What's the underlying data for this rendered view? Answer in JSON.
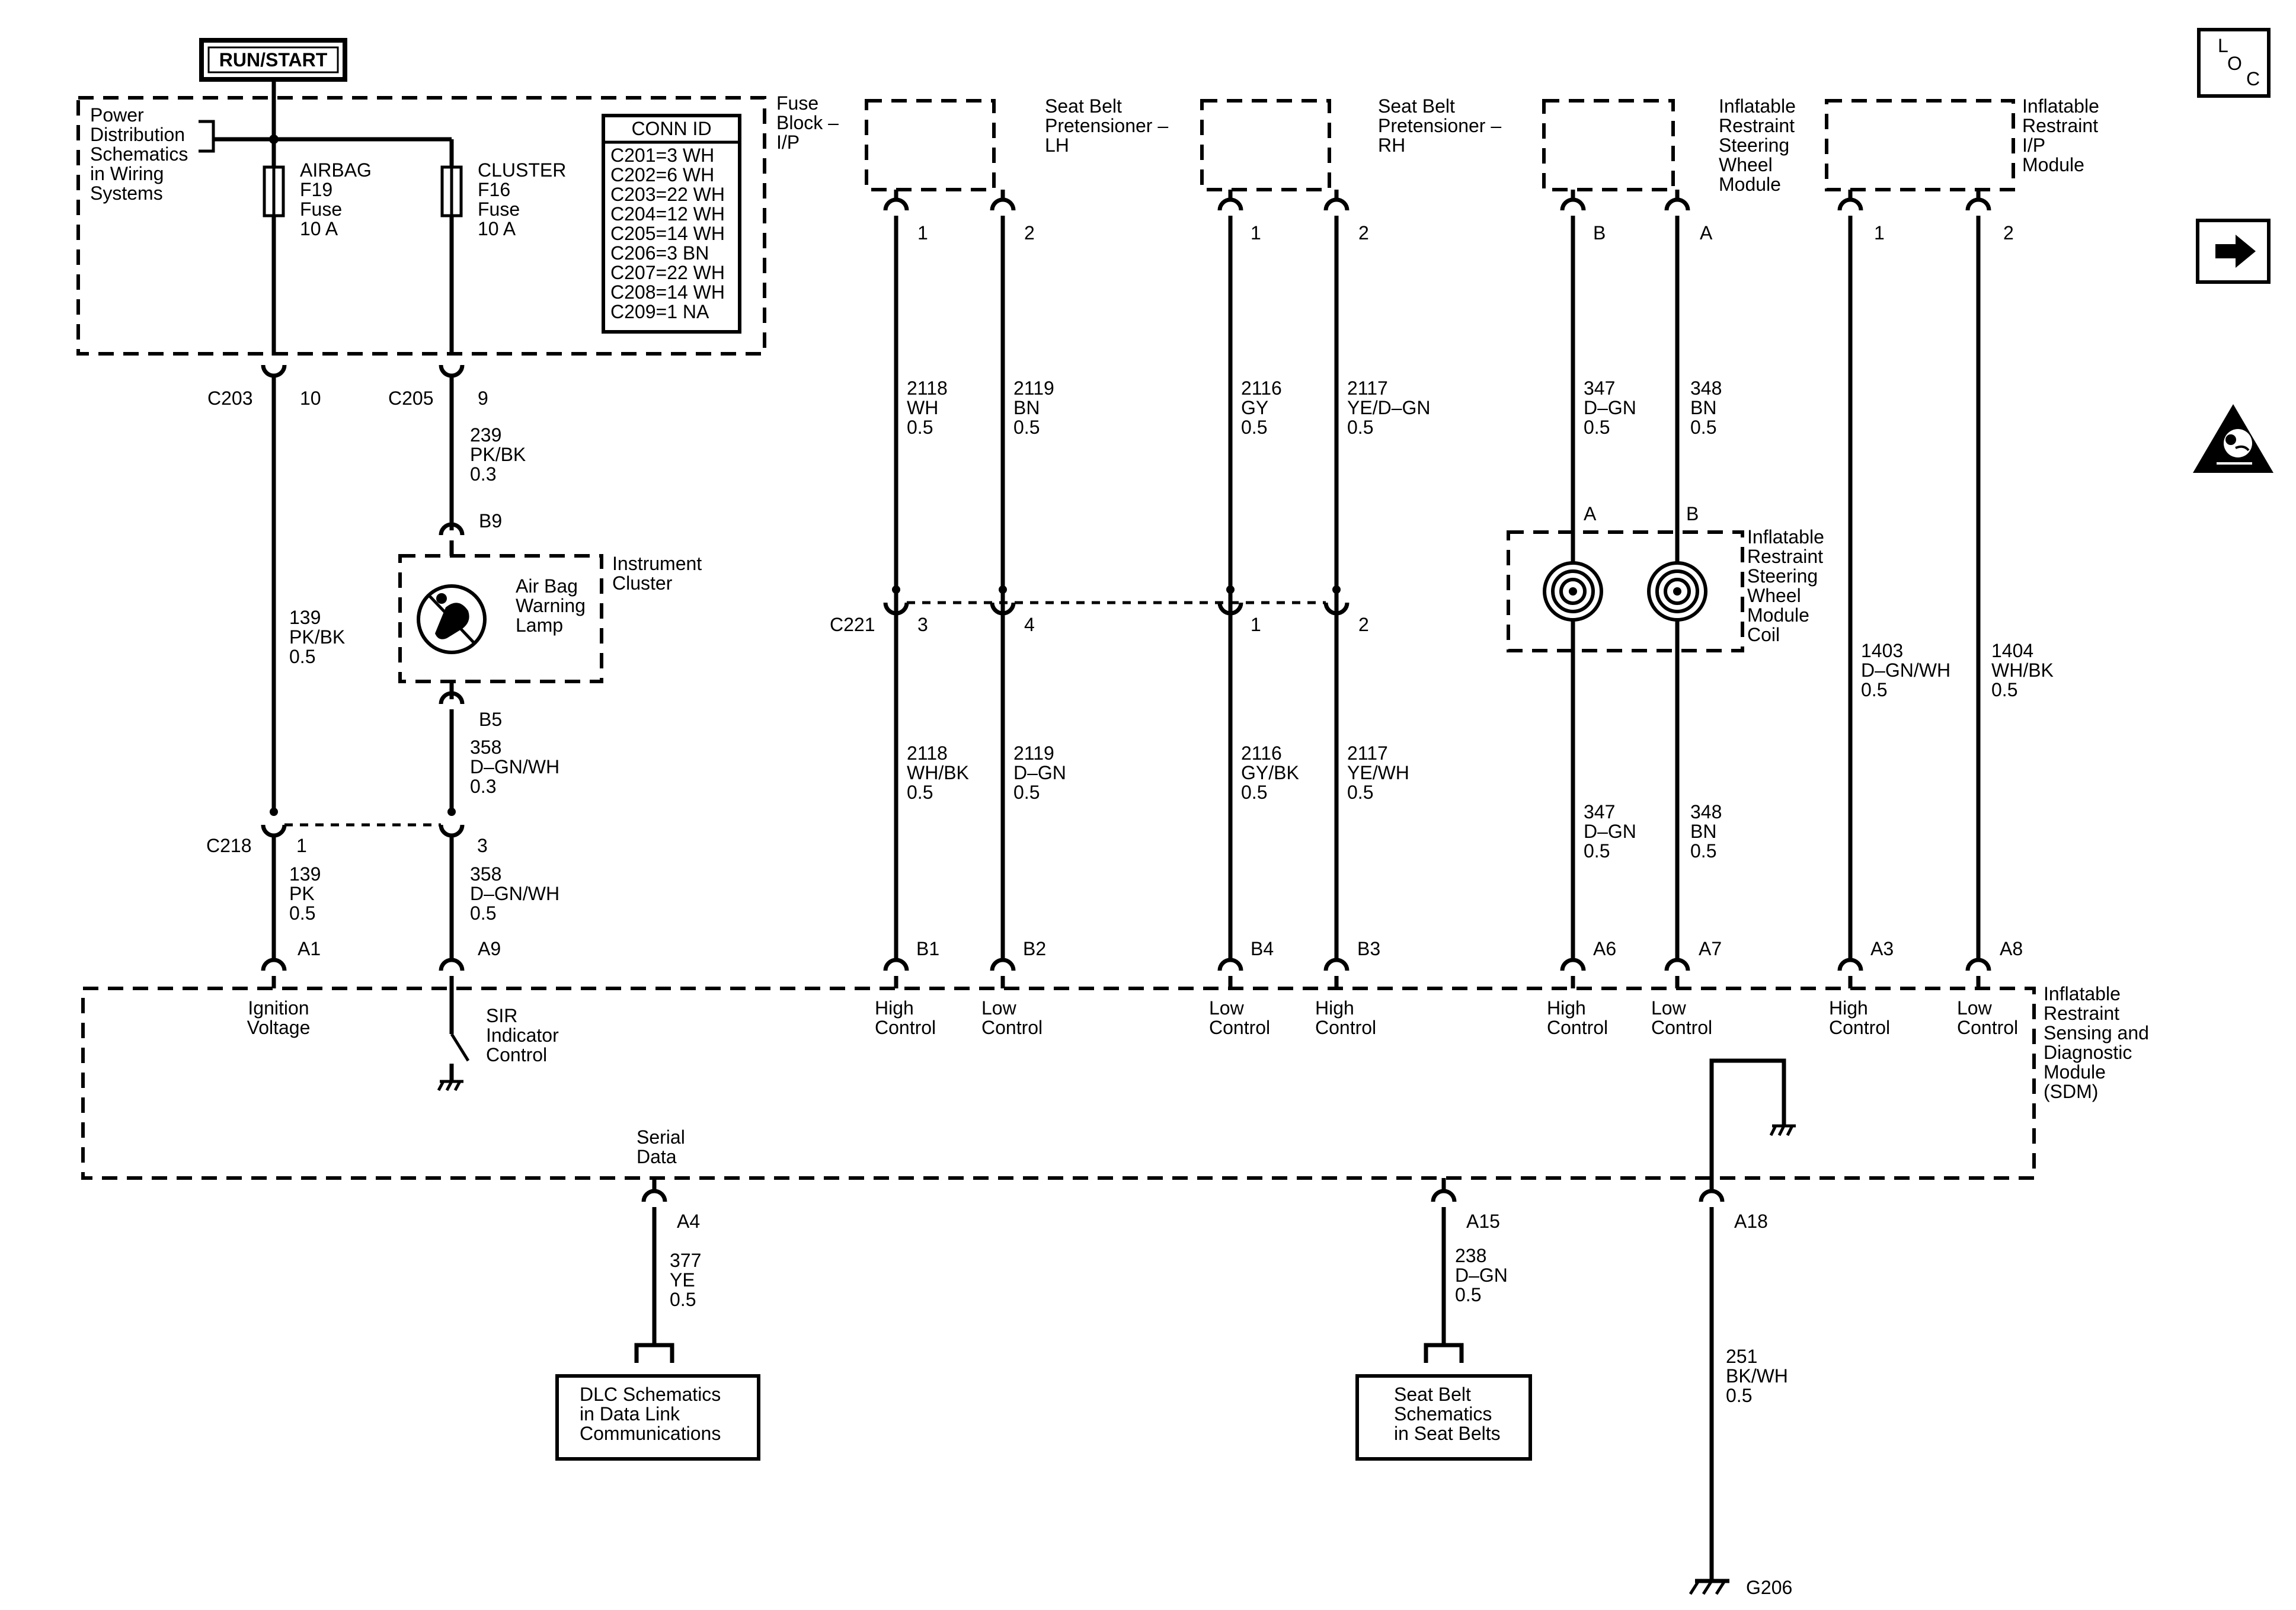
{
  "run_start": "RUN/START",
  "fuse_block": {
    "title_l1": "Fuse",
    "title_l2": "Block –",
    "title_l3": "I/P",
    "power_ref": [
      "Power",
      "Distribution",
      "Schematics",
      "in Wiring",
      "Systems"
    ],
    "airbag_fuse": [
      "AIRBAG",
      "F19",
      "Fuse",
      "10 A"
    ],
    "cluster_fuse": [
      "CLUSTER",
      "F16",
      "Fuse",
      "10 A"
    ],
    "conn_id_title": "CONN ID",
    "conn_ids": [
      "C201=3 WH",
      "C202=6 WH",
      "C203=22 WH",
      "C204=12 WH",
      "C205=14 WH",
      "C206=3 BN",
      "C207=22 WH",
      "C208=14 WH",
      "C209=1 NA"
    ]
  },
  "connectors": {
    "c203": "C203",
    "c203_pin": "10",
    "c205": "C205",
    "c205_pin": "9",
    "c218": "C218",
    "c218_pin1": "1",
    "c218_pin3": "3",
    "c221": "C221",
    "c221_pin3": "3",
    "c221_pin4": "4",
    "c221_pin1": "1",
    "c221_pin2": "2"
  },
  "cluster": {
    "title": [
      "Instrument",
      "Cluster"
    ],
    "lamp": [
      "Air Bag",
      "Warning",
      "Lamp"
    ],
    "pin_top": "B9",
    "pin_bottom": "B5"
  },
  "wires": {
    "w239": [
      "239",
      "PK/BK",
      "0.3"
    ],
    "w139_upper": [
      "139",
      "PK/BK",
      "0.5"
    ],
    "w358_upper": [
      "358",
      "D–GN/WH",
      "0.3"
    ],
    "w139_lower": [
      "139",
      "PK",
      "0.5"
    ],
    "w358_lower": [
      "358",
      "D–GN/WH",
      "0.5"
    ],
    "w2118_top": [
      "2118",
      "WH",
      "0.5"
    ],
    "w2119_top": [
      "2119",
      "BN",
      "0.5"
    ],
    "w2116_top": [
      "2116",
      "GY",
      "0.5"
    ],
    "w2117_top": [
      "2117",
      "YE/D–GN",
      "0.5"
    ],
    "w2118_bot": [
      "2118",
      "WH/BK",
      "0.5"
    ],
    "w2119_bot": [
      "2119",
      "D–GN",
      "0.5"
    ],
    "w2116_bot": [
      "2116",
      "GY/BK",
      "0.5"
    ],
    "w2117_bot": [
      "2117",
      "YE/WH",
      "0.5"
    ],
    "w347_top": [
      "347",
      "D–GN",
      "0.5"
    ],
    "w348_top": [
      "348",
      "BN",
      "0.5"
    ],
    "w347_bot": [
      "347",
      "D–GN",
      "0.5"
    ],
    "w348_bot": [
      "348",
      "BN",
      "0.5"
    ],
    "w1403": [
      "1403",
      "D–GN/WH",
      "0.5"
    ],
    "w1404": [
      "1404",
      "WH/BK",
      "0.5"
    ],
    "w377": [
      "377",
      "YE",
      "0.5"
    ],
    "w238": [
      "238",
      "D–GN",
      "0.5"
    ],
    "w251": [
      "251",
      "BK/WH",
      "0.5"
    ]
  },
  "components": {
    "sbp_lh": [
      "Seat Belt",
      "Pretensioner –",
      "LH"
    ],
    "sbp_lh_pins": [
      "1",
      "2"
    ],
    "sbp_rh": [
      "Seat Belt",
      "Pretensioner –",
      "RH"
    ],
    "sbp_rh_pins": [
      "1",
      "2"
    ],
    "irswm": [
      "Inflatable",
      "Restraint",
      "Steering",
      "Wheel",
      "Module"
    ],
    "irswm_pins": [
      "B",
      "A"
    ],
    "iripm": [
      "Inflatable",
      "Restraint",
      "I/P",
      "Module"
    ],
    "iripm_pins": [
      "1",
      "2"
    ],
    "coil": [
      "Inflatable",
      "Restraint",
      "Steering",
      "Wheel",
      "Module",
      "Coil"
    ],
    "coil_pins": [
      "A",
      "B"
    ]
  },
  "sdm": {
    "title": [
      "Inflatable",
      "Restraint",
      "Sensing and",
      "Diagnostic",
      "Module",
      "(SDM)"
    ],
    "pins": [
      "A1",
      "A9",
      "B1",
      "B2",
      "B4",
      "B3",
      "A6",
      "A7",
      "A3",
      "A8"
    ],
    "pin_labels": [
      [
        "Ignition",
        "Voltage"
      ],
      [
        "SIR",
        "Indicator",
        "Control"
      ],
      [
        "High",
        "Control"
      ],
      [
        "Low",
        "Control"
      ],
      [
        "Low",
        "Control"
      ],
      [
        "High",
        "Control"
      ],
      [
        "High",
        "Control"
      ],
      [
        "Low",
        "Control"
      ],
      [
        "High",
        "Control"
      ],
      [
        "Low",
        "Control"
      ]
    ],
    "serial_data": [
      "Serial",
      "Data"
    ],
    "bottom_pins": [
      "A4",
      "A15",
      "A18"
    ]
  },
  "refs": {
    "dlc": [
      "DLC Schematics",
      "in Data Link",
      "Communications"
    ],
    "seatbelt": [
      "Seat Belt",
      "Schematics",
      "in Seat Belts"
    ]
  },
  "ground": "G206",
  "side_icons": {
    "loc_letters": [
      "L",
      "O",
      "C"
    ],
    "nav": "arrow-right-icon",
    "warning": "airbag-warning-icon"
  }
}
